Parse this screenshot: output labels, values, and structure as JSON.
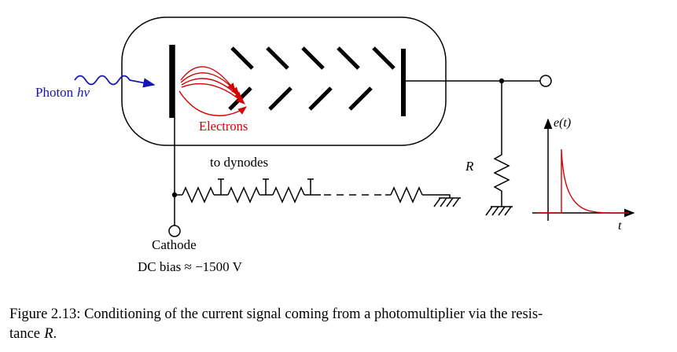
{
  "colors": {
    "ink": "#000000",
    "photon_blue": "#1414b8",
    "electron_red": "#d40000"
  },
  "figure": {
    "photon_label_prefix": "Photon",
    "photon_label_math": "hν",
    "electrons_label": "Electrons",
    "to_dynodes_label": "to dynodes",
    "load_resistor_label": "R",
    "signal_axis_label": "e(t)",
    "time_axis_label": "t",
    "cathode_label": "Cathode",
    "dc_bias_label": "DC bias ≈ −1500 V"
  },
  "caption": {
    "line1": "Figure 2.13: Conditioning of the current signal coming from a photomultiplier via the resis-",
    "line2_prefix": "tance",
    "line2_math": "R",
    "line2_suffix": "."
  }
}
